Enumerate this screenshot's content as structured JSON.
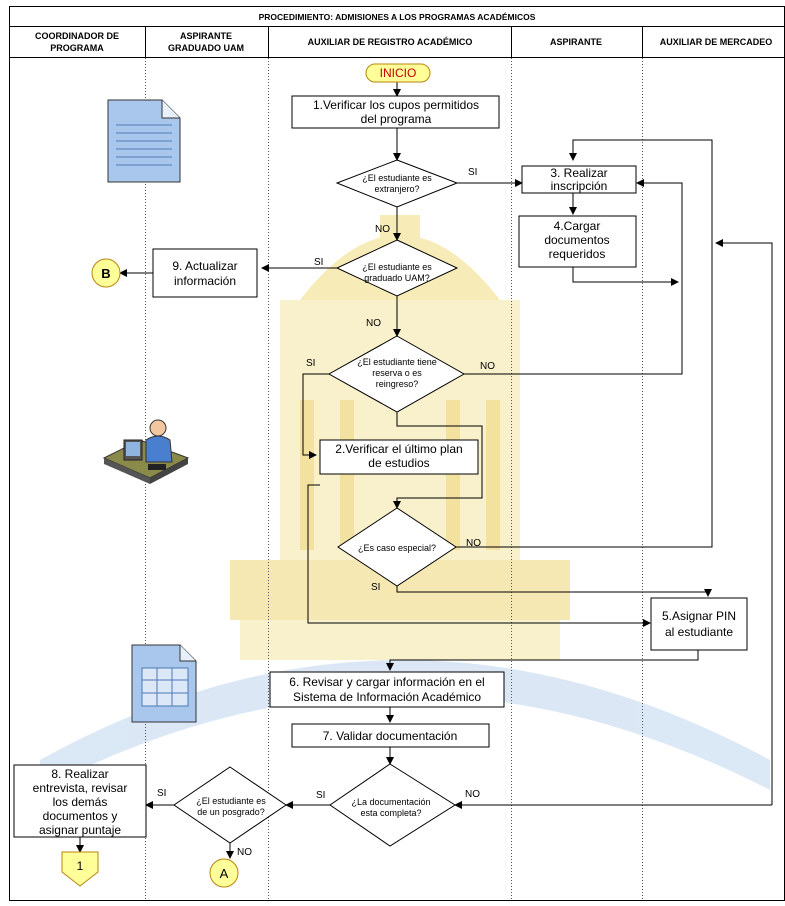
{
  "header": {
    "title": "PROCEDIMIENTO: ADMISIONES A LOS PROGRAMAS ACADÉMICOS",
    "lanes": [
      {
        "line1": "COORDINADOR DE",
        "line2": "PROGRAMA"
      },
      {
        "line1": "ASPIRANTE",
        "line2": "GRADUADO UAM"
      },
      {
        "line1": "AUXILIAR DE REGISTRO ACADÉMICO",
        "line2": ""
      },
      {
        "line1": "ASPIRANTE",
        "line2": ""
      },
      {
        "line1": "AUXILIAR DE MERCADEO",
        "line2": ""
      }
    ]
  },
  "terminators": {
    "inicio": "INICIO",
    "b": "B",
    "a": "A",
    "one": "1"
  },
  "processes": {
    "p1": {
      "line1": "1.Verificar los cupos permitidos",
      "line2": "del programa"
    },
    "p2": {
      "line1": "2.Verificar el último plan",
      "line2": "de estudios"
    },
    "p3": {
      "line1": "3. Realizar",
      "line2": "inscripción"
    },
    "p4": {
      "line1": "4.Cargar",
      "line2": "documentos",
      "line3": "requeridos"
    },
    "p5": {
      "line1": "5.Asignar PIN",
      "line2": "al estudiante"
    },
    "p6": {
      "line1": "6. Revisar y cargar información en el",
      "line2": "Sistema de Información Académico"
    },
    "p7": {
      "line1": "7. Validar documentación"
    },
    "p8": {
      "line1": "8. Realizar",
      "line2": "entrevista, revisar",
      "line3": "los demás",
      "line4": "documentos y",
      "line5": "asignar puntaje"
    },
    "p9": {
      "line1": "9. Actualizar",
      "line2": "información"
    }
  },
  "decisions": {
    "d1": {
      "line1": "¿El estudiante es",
      "line2": "extranjero?"
    },
    "d2": {
      "line1": "¿El estudiante es",
      "line2": "graduado UAM?"
    },
    "d3": {
      "line1": "¿El estudiante tiene",
      "line2": "reserva o es",
      "line3": "reingreso?"
    },
    "d4": {
      "line1": "¿Es caso especial?"
    },
    "d5": {
      "line1": "¿La documentación",
      "line2": "esta completa?"
    },
    "d6": {
      "line1": "¿El estudiante es",
      "line2": "de un posgrado?"
    }
  },
  "labels": {
    "si": "SI",
    "no": "NO"
  },
  "colors": {
    "border": "#000000",
    "process_fill": "#ffffff",
    "terminator_fill": "#ffff99",
    "terminator_stroke": "#b8860b",
    "doc_icon_fill": "#a9c7ec",
    "watermark": "#f5e8a6",
    "watermark_blue": "#9fc1e4"
  },
  "icons": [
    "document-icon",
    "person-at-computer-icon",
    "spreadsheet-icon",
    "building-watermark-icon"
  ]
}
